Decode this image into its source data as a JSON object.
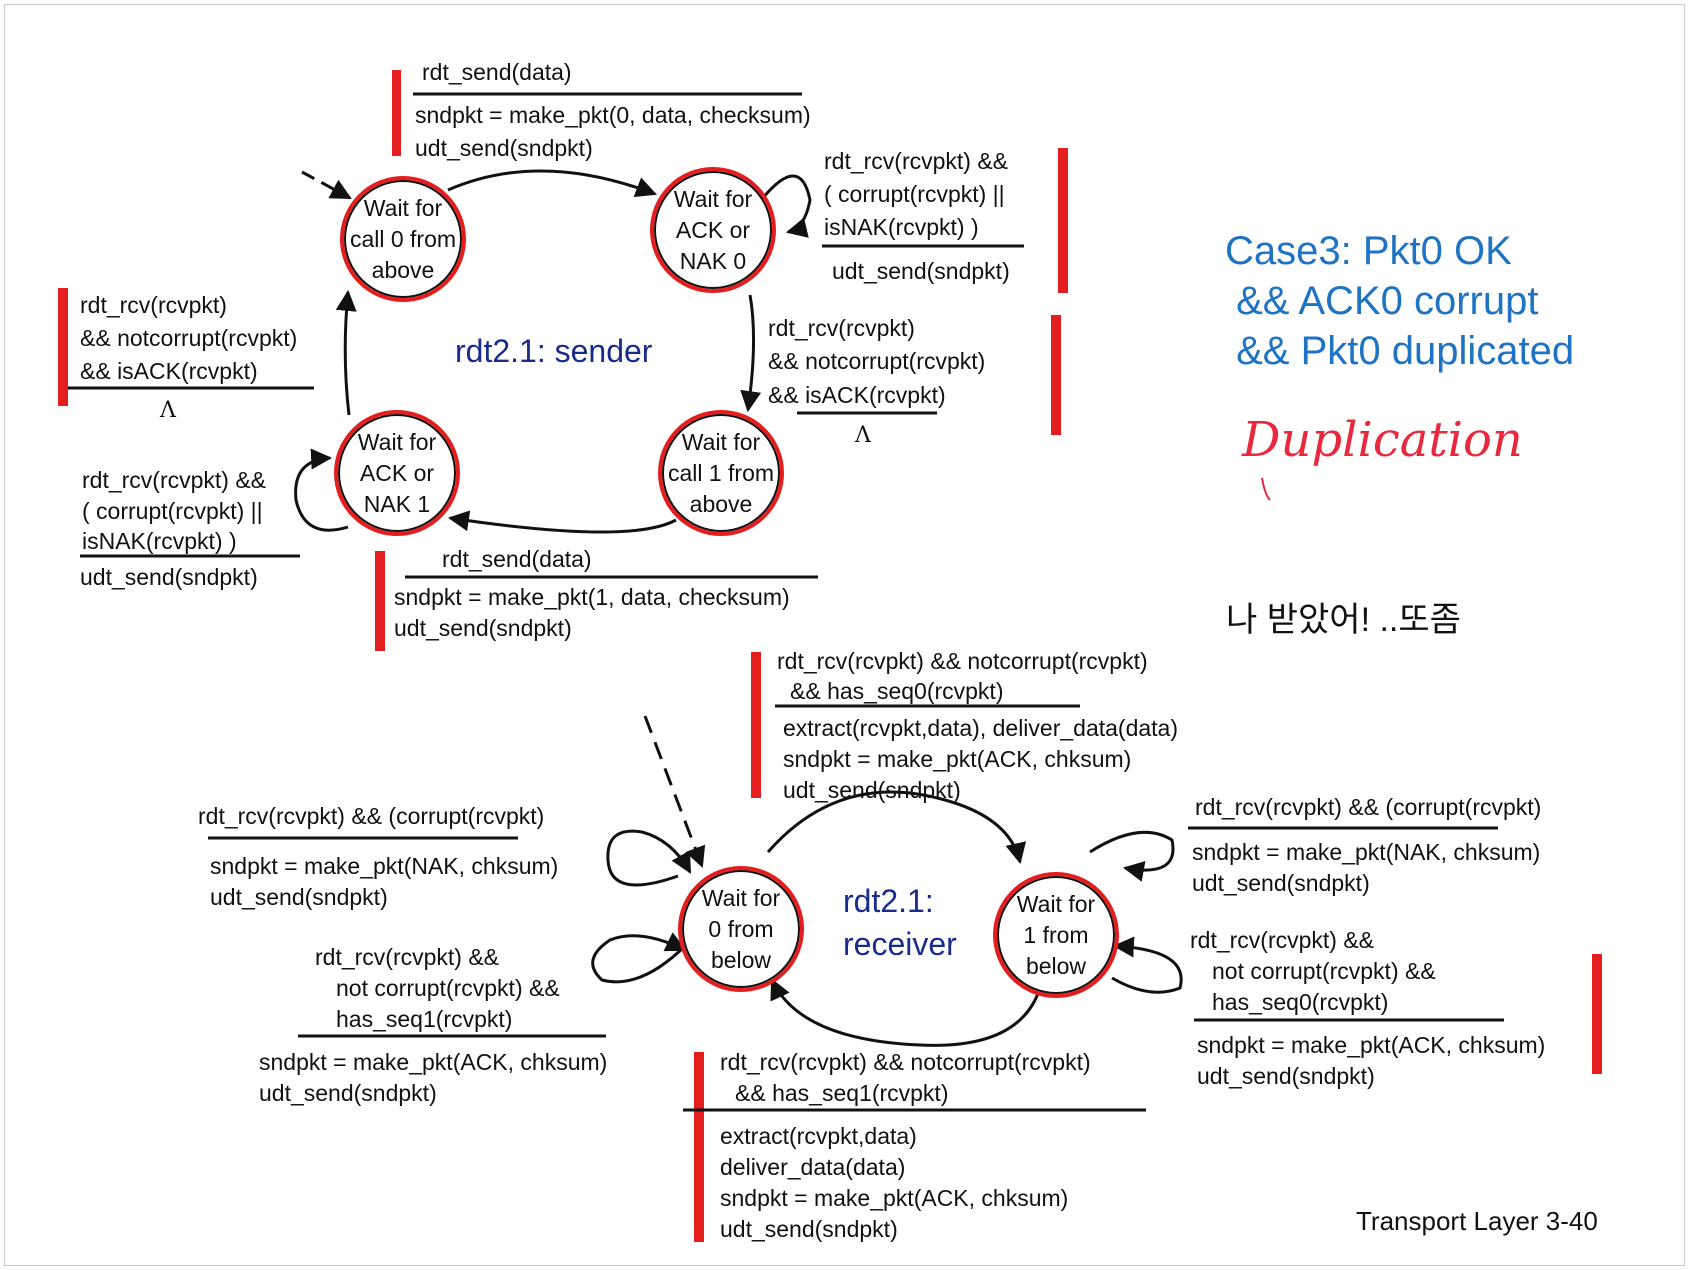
{
  "sender": {
    "title": "rdt2.1: sender",
    "states": {
      "s0": "Wait for\ncall 0 from\nabove",
      "s1": "Wait for\nACK or\nNAK 0",
      "s2": "Wait for\ncall 1 from\nabove",
      "s3": "Wait for\nACK or\nNAK 1"
    },
    "t_send0": {
      "event": "rdt_send(data)",
      "actions": [
        "sndpkt = make_pkt(0, data, checksum)",
        "udt_send(sndpkt)"
      ]
    },
    "t_retx0": {
      "event": [
        "rdt_rcv(rcvpkt) &&",
        "( corrupt(rcvpkt) ||",
        "isNAK(rcvpkt) )"
      ],
      "actions": [
        "udt_send(sndpkt)"
      ]
    },
    "t_ack0": {
      "event": [
        "rdt_rcv(rcvpkt)",
        "&& notcorrupt(rcvpkt)",
        "&& isACK(rcvpkt)"
      ],
      "action": "Λ"
    },
    "t_send1": {
      "event": "rdt_send(data)",
      "actions": [
        "sndpkt = make_pkt(1, data, checksum)",
        "udt_send(sndpkt)"
      ]
    },
    "t_retx1": {
      "event": [
        "rdt_rcv(rcvpkt) &&",
        "( corrupt(rcvpkt) ||",
        "isNAK(rcvpkt) )"
      ],
      "actions": [
        "udt_send(sndpkt)"
      ]
    },
    "t_ack1": {
      "event": [
        "rdt_rcv(rcvpkt)",
        "&& notcorrupt(rcvpkt)",
        "&& isACK(rcvpkt)"
      ],
      "action": "Λ"
    }
  },
  "receiver": {
    "title_line1": "rdt2.1:",
    "title_line2": "receiver",
    "states": {
      "r0": "Wait for\n0 from\nbelow",
      "r1": "Wait for\n1 from\nbelow"
    },
    "t_seq0": {
      "event": [
        "rdt_rcv(rcvpkt) && notcorrupt(rcvpkt)",
        "&& has_seq0(rcvpkt)"
      ],
      "actions": [
        "extract(rcvpkt,data), deliver_data(data)",
        "sndpkt = make_pkt(ACK, chksum)",
        "udt_send(sndpkt)"
      ]
    },
    "t_corrupt0": {
      "event": "rdt_rcv(rcvpkt) && (corrupt(rcvpkt)",
      "actions": [
        "sndpkt = make_pkt(NAK, chksum)",
        "udt_send(sndpkt)"
      ]
    },
    "t_dup1": {
      "event": [
        "rdt_rcv(rcvpkt) &&",
        "not corrupt(rcvpkt) &&",
        "has_seq1(rcvpkt)"
      ],
      "actions": [
        "sndpkt = make_pkt(ACK, chksum)",
        "udt_send(sndpkt)"
      ]
    },
    "t_seq1": {
      "event": [
        "rdt_rcv(rcvpkt) && notcorrupt(rcvpkt)",
        "&& has_seq1(rcvpkt)"
      ],
      "actions": [
        "extract(rcvpkt,data)",
        "deliver_data(data)",
        "sndpkt = make_pkt(ACK, chksum)",
        "udt_send(sndpkt)"
      ]
    },
    "t_corrupt1": {
      "event": "rdt_rcv(rcvpkt) && (corrupt(rcvpkt)",
      "actions": [
        "sndpkt = make_pkt(NAK, chksum)",
        "udt_send(sndpkt)"
      ]
    },
    "t_dup0": {
      "event": [
        "rdt_rcv(rcvpkt) &&",
        "not corrupt(rcvpkt) &&",
        "has_seq0(rcvpkt)"
      ],
      "actions": [
        "sndpkt = make_pkt(ACK, chksum)",
        "udt_send(sndpkt)"
      ]
    }
  },
  "case_note": [
    "Case3: Pkt0 OK",
    " && ACK0 corrupt",
    " && Pkt0 duplicated"
  ],
  "annotation_handwritten": "Duplication",
  "annotation_korean": "나 받았어! ..또좀",
  "footer": "Transport Layer 3-40",
  "colors": {
    "highlight": "#e41e1e",
    "title": "#1a2c8a",
    "case": "#1f73c4"
  }
}
